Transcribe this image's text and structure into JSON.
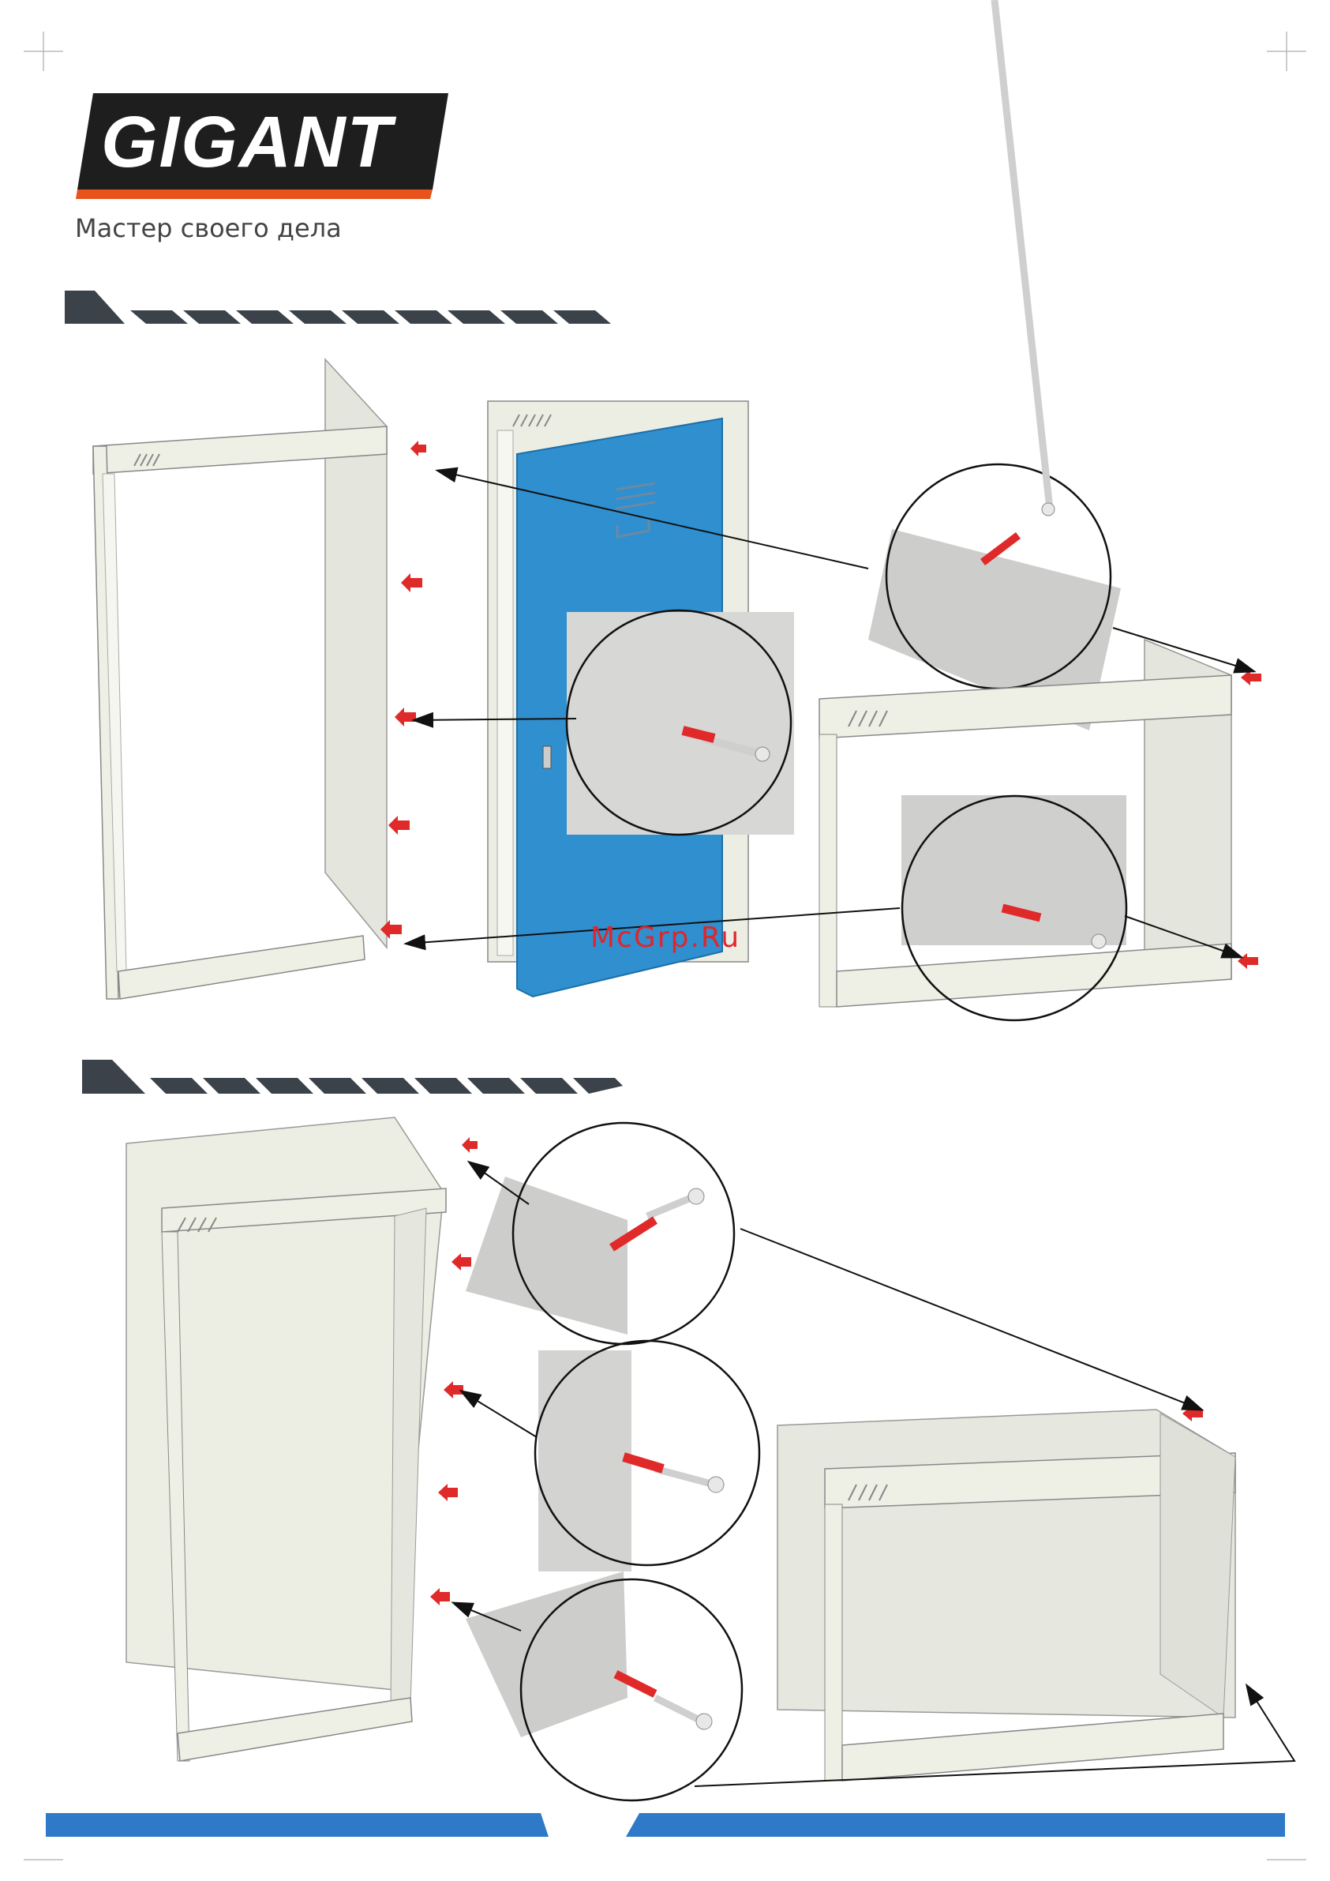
{
  "brand": {
    "logo_text": "GIGANT",
    "tagline": "Мастер своего дела",
    "logo_bg": "#1e1e1e",
    "logo_accent": "#e8521b"
  },
  "watermark": "McGrp.Ru",
  "colors": {
    "door": "#2f8fcf",
    "cabinet": "#eceee3",
    "arrow_red": "#e02a2a",
    "stripe": "#3b4249",
    "footer_blue": "#2f79c9"
  },
  "icons": [
    "crop-mark-icon",
    "step-banner-icon",
    "bolt-icon",
    "red-arrow-icon",
    "callout-arrow-icon"
  ]
}
